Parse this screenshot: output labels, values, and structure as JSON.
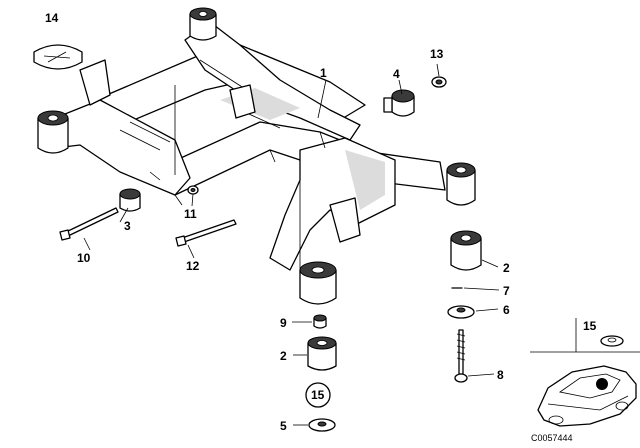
{
  "diagram": {
    "labels": {
      "n1": "1",
      "n2a": "2",
      "n2b": "2",
      "n3": "3",
      "n4": "4",
      "n5": "5",
      "n6": "6",
      "n7": "7",
      "n8": "8",
      "n9": "9",
      "n10": "10",
      "n11": "11",
      "n12": "12",
      "n13": "13",
      "n14": "14",
      "n15a": "15",
      "n15b": "15"
    },
    "code": "C0057444"
  }
}
